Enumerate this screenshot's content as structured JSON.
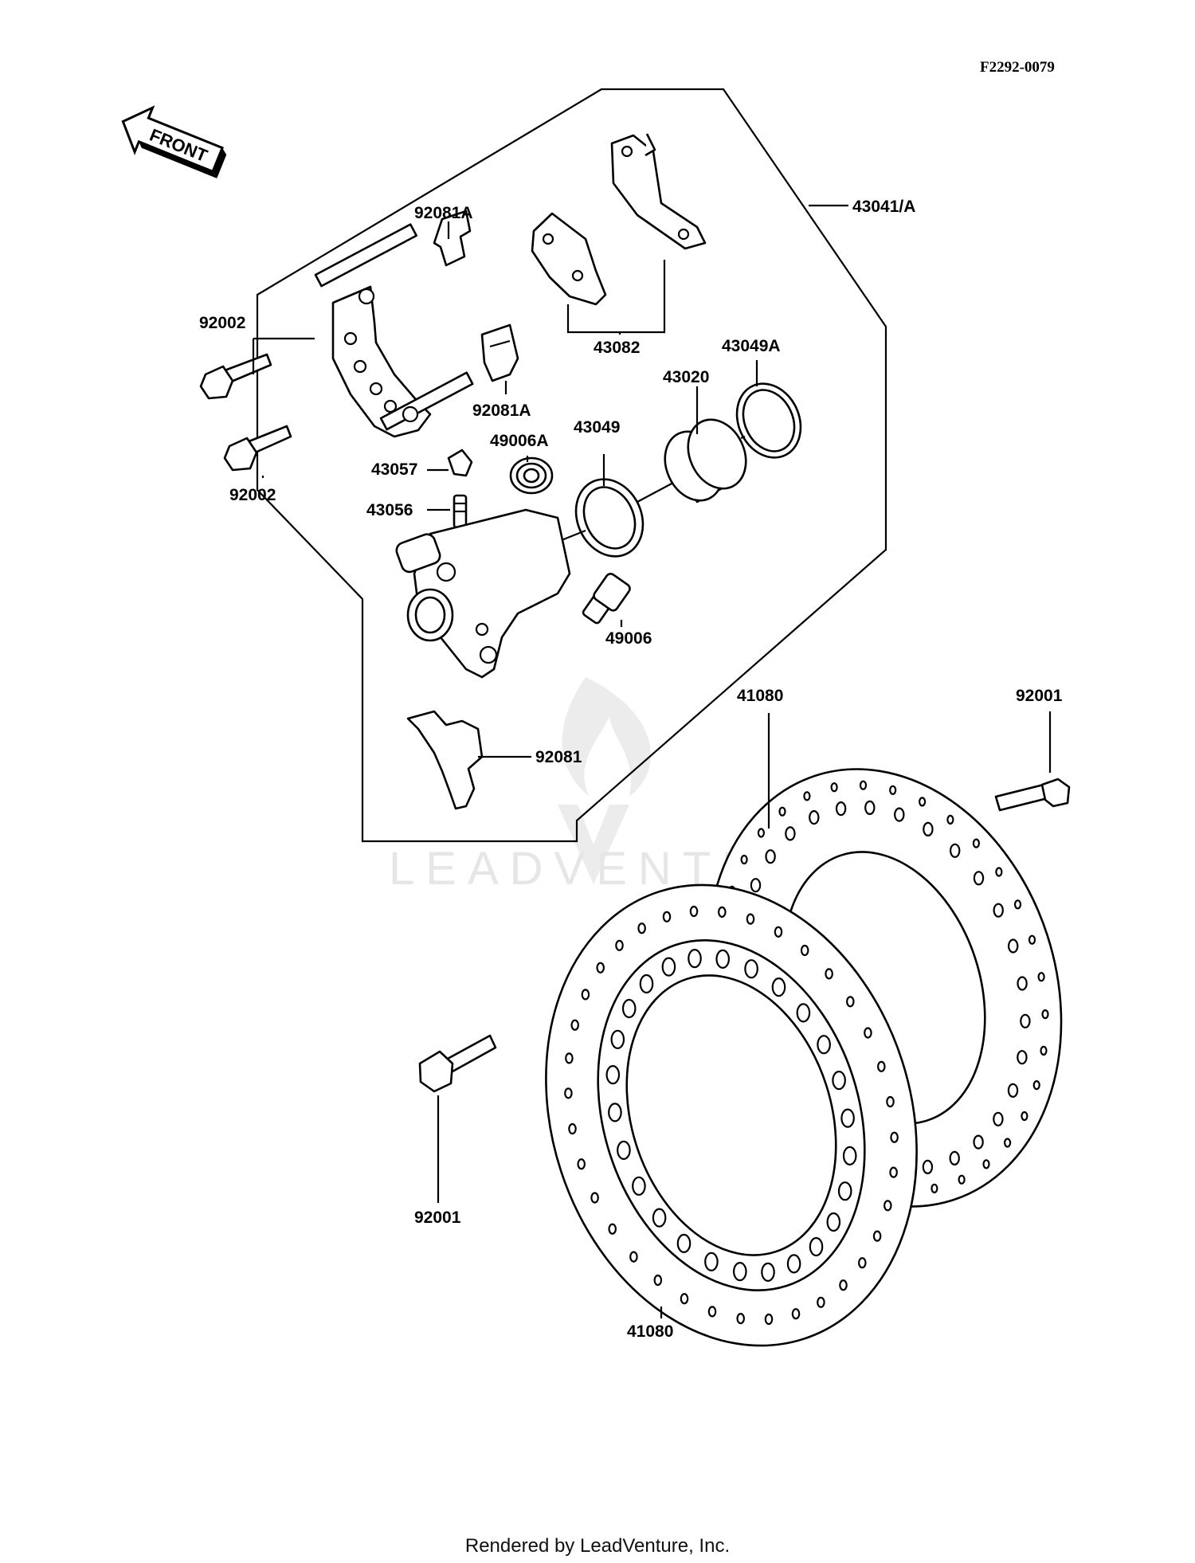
{
  "figure_id": "F2292-0079",
  "front_arrow_label": "FRONT",
  "watermark": "LEADVENTURE",
  "footer": "Rendered by LeadVenture, Inc.",
  "part_labels": {
    "p43041A": "43041/A",
    "p92081A_top": "92081A",
    "p92002_top": "92002",
    "p43082": "43082",
    "p43049A": "43049A",
    "p43020": "43020",
    "p92081A_mid": "92081A",
    "p43049": "43049",
    "p49006A": "49006A",
    "p43057": "43057",
    "p92002_bottom": "92002",
    "p43056": "43056",
    "p49006": "49006",
    "p41080_top": "41080",
    "p92001_right": "92001",
    "p92081": "92081",
    "p92001_left": "92001",
    "p41080_bottom": "41080"
  }
}
